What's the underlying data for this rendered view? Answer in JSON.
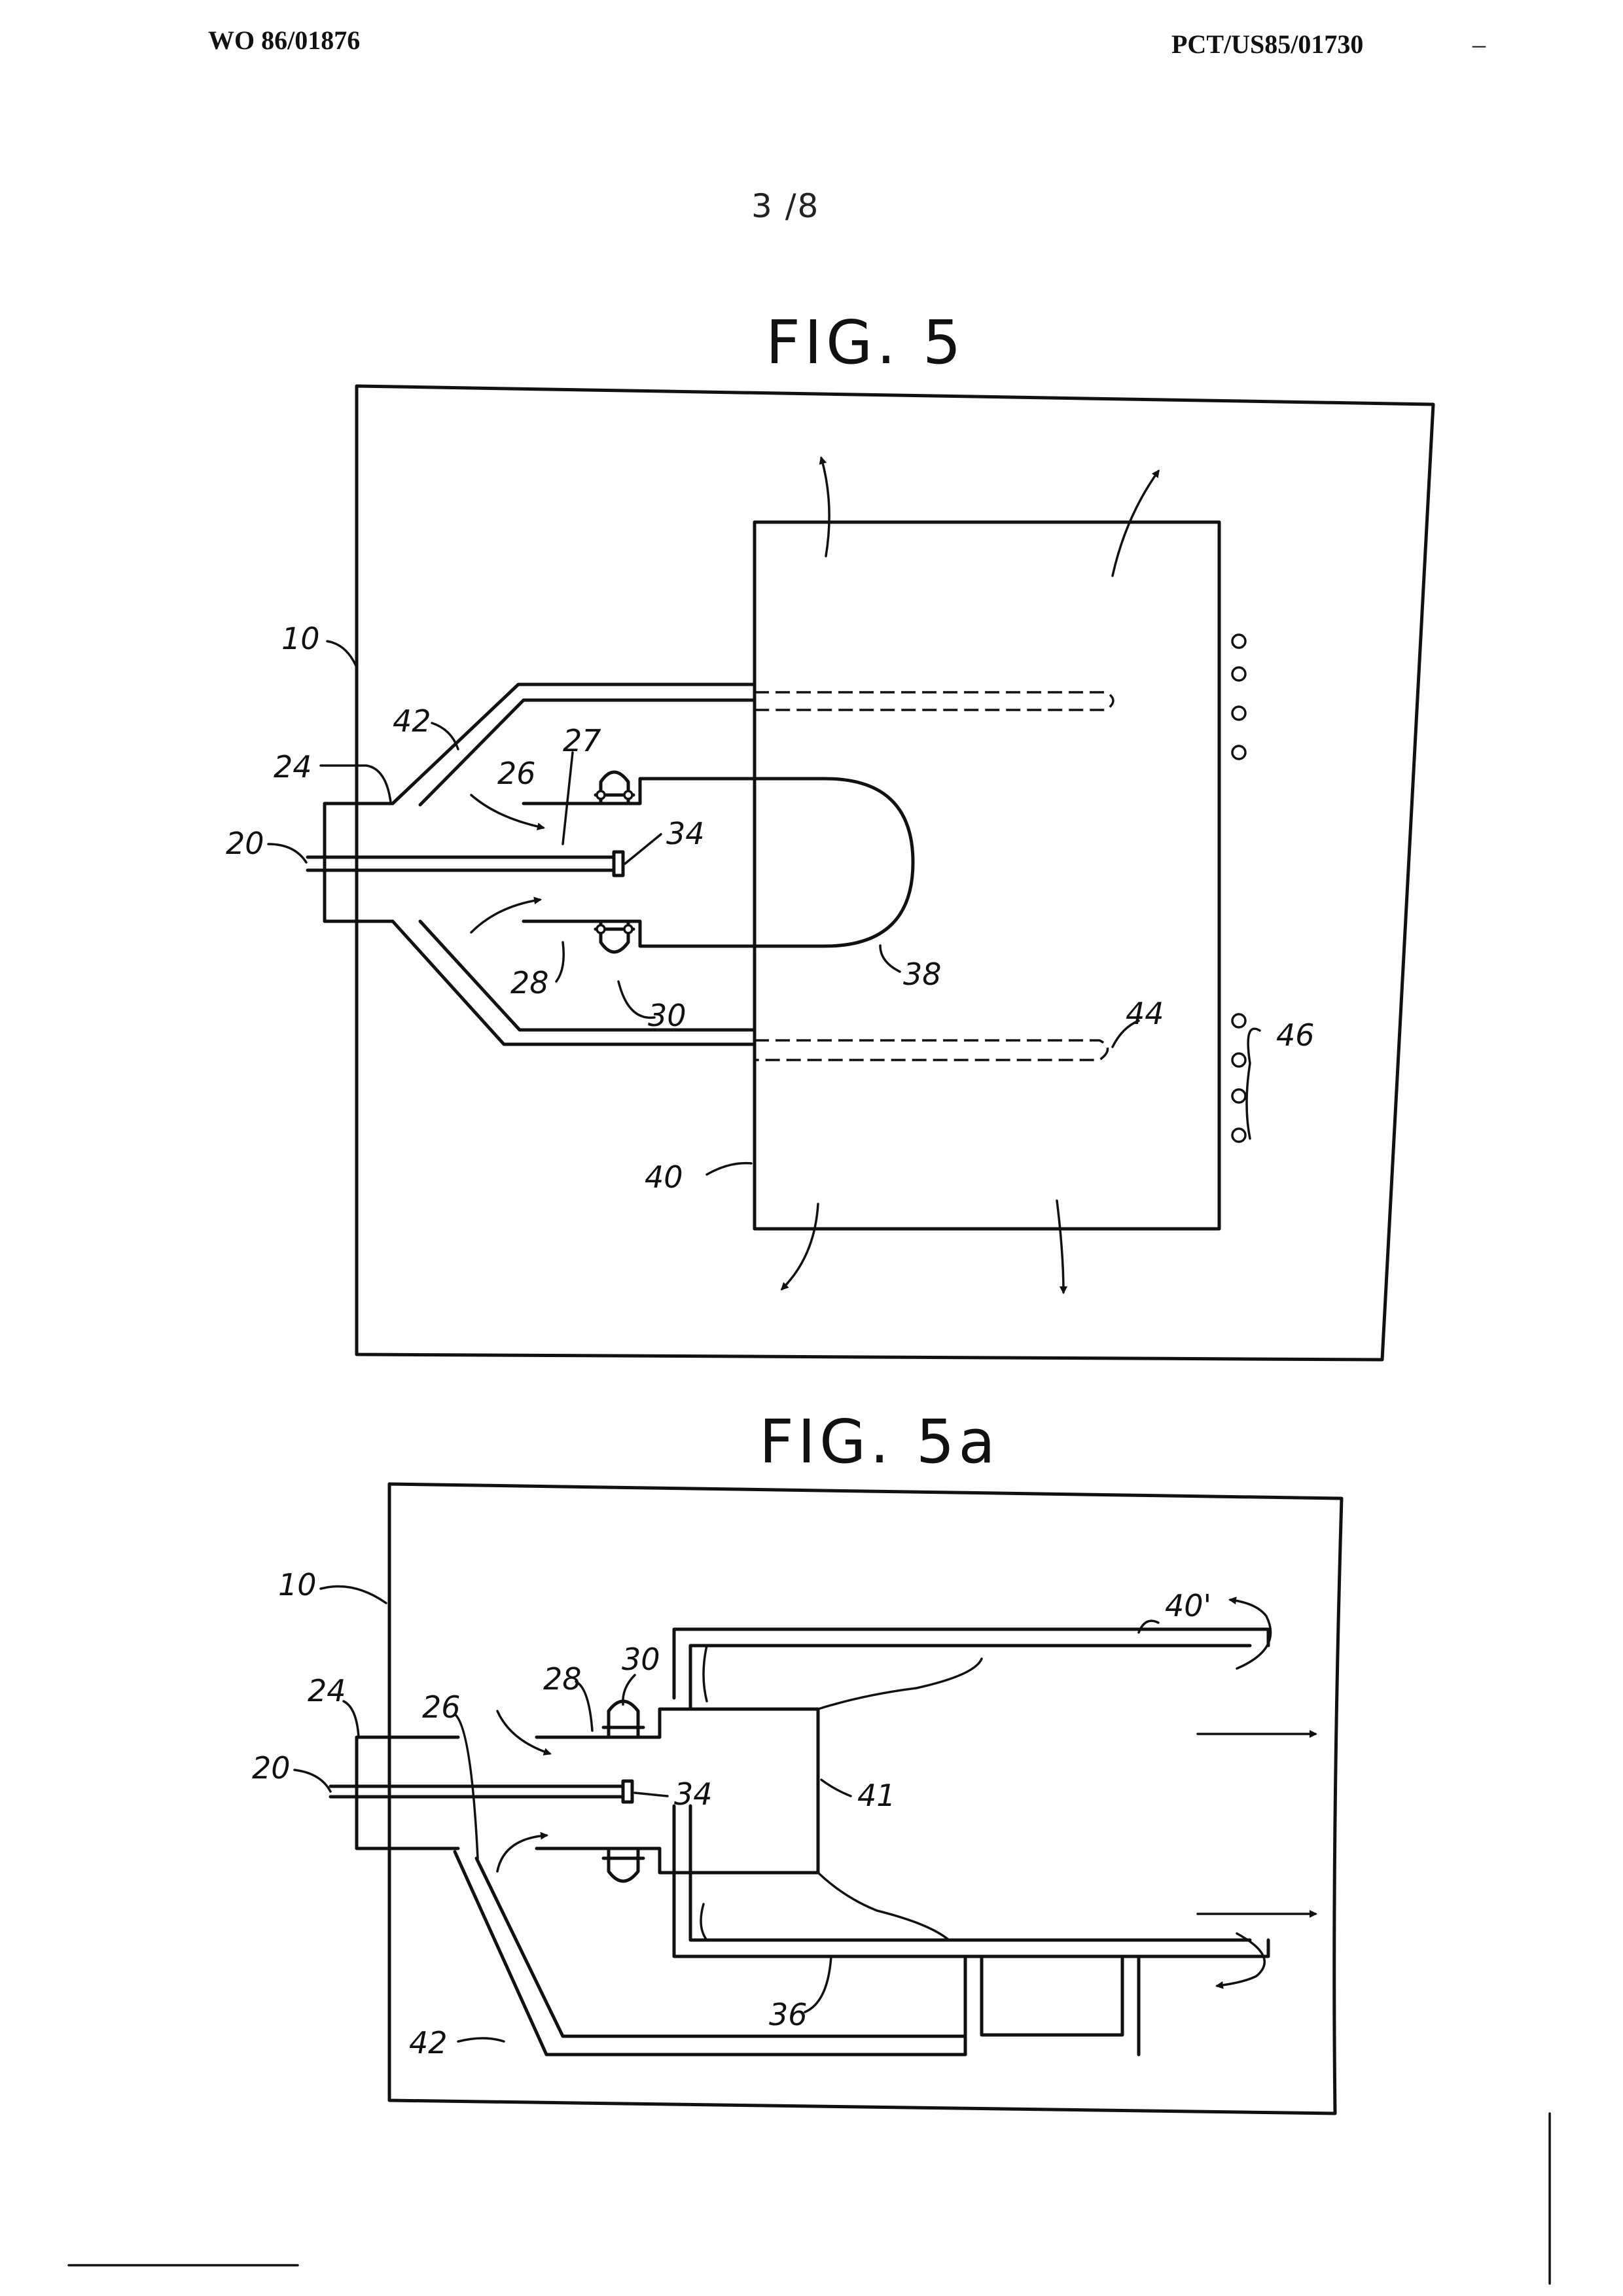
{
  "header": {
    "publication_number": "WO 86/01876",
    "application_number": "PCT/US85/01730",
    "dash": "–",
    "sheet": "3 /8"
  },
  "figure_5": {
    "title": "FIG. 5",
    "labels": {
      "l10": "10",
      "l42": "42",
      "l27": "27",
      "l24": "24",
      "l26": "26",
      "l20": "20",
      "l34": "34",
      "l28": "28",
      "l30": "30",
      "l38": "38",
      "l44": "44",
      "l46": "46",
      "l40": "40"
    }
  },
  "figure_5a": {
    "title": "FIG. 5a",
    "labels": {
      "l10": "10",
      "l40p": "40'",
      "l30": "30",
      "l28": "28",
      "l24": "24",
      "l26": "26",
      "l20": "20",
      "l34": "34",
      "l41": "41",
      "l36": "36",
      "l42": "42"
    }
  }
}
